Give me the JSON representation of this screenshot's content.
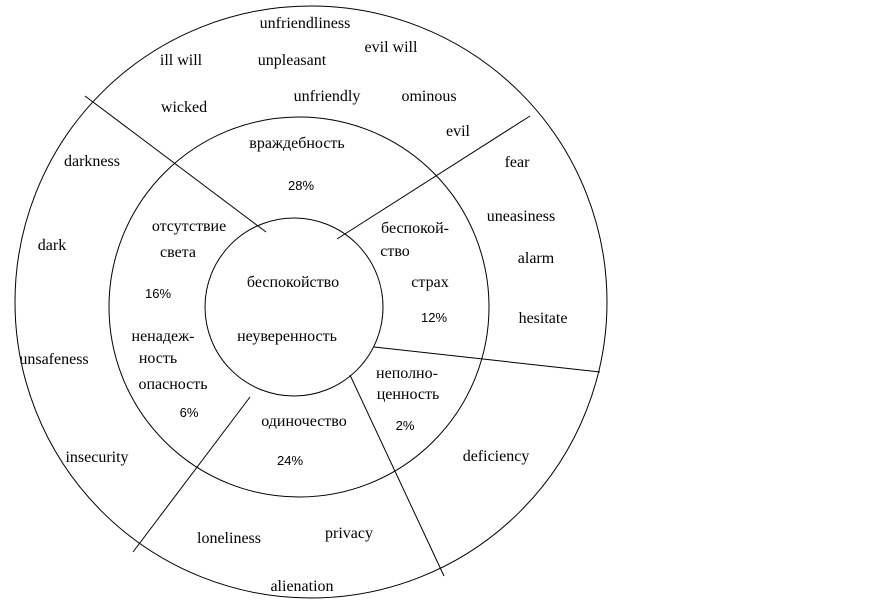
{
  "center": {
    "line1": "беспокойство",
    "line2": "неуверенность"
  },
  "segments": [
    {
      "id": "hostility",
      "middle_label": [
        "враждебность"
      ],
      "percent": "28%",
      "outer_words": [
        "unfriendliness",
        "ill will",
        "unpleasant",
        "evil will",
        "wicked",
        "unfriendly",
        "ominous",
        "evil"
      ]
    },
    {
      "id": "anxiety-fear",
      "middle_label": [
        "беспокой-",
        "ство",
        "страх"
      ],
      "percent": "12%",
      "outer_words": [
        "fear",
        "uneasiness",
        "alarm",
        "hesitate"
      ]
    },
    {
      "id": "incompleteness",
      "middle_label": [
        "неполно-",
        "ценность"
      ],
      "percent": "2%",
      "outer_words": [
        "deficiency"
      ]
    },
    {
      "id": "loneliness",
      "middle_label": [
        "одиночество"
      ],
      "percent": "24%",
      "outer_words": [
        "loneliness",
        "privacy",
        "alienation"
      ]
    },
    {
      "id": "darkness-danger",
      "middle_label": [
        "отсутствие",
        "света",
        "ненадеж-",
        "ность",
        "опасность"
      ],
      "percents": [
        "16%",
        "6%"
      ],
      "outer_words": [
        "darkness",
        "dark",
        "unsafeness",
        "insecurity"
      ]
    }
  ]
}
